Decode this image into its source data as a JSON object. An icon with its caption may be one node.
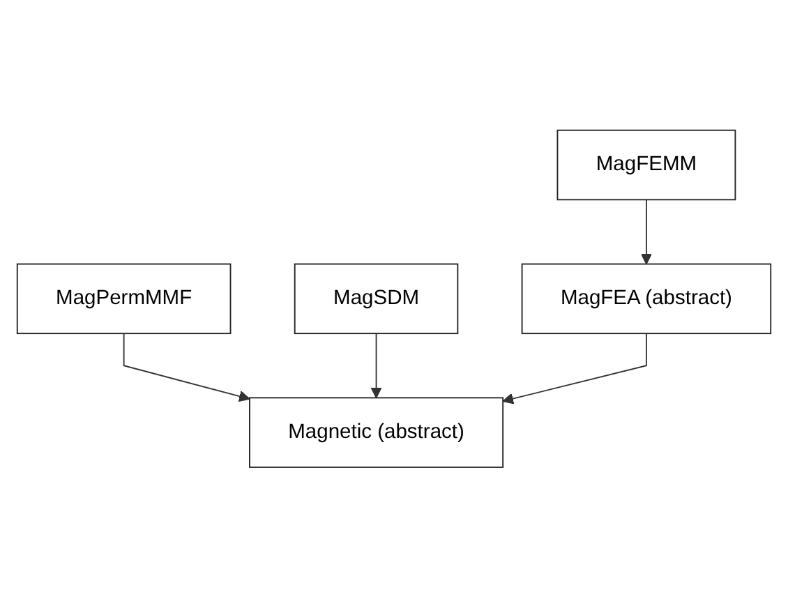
{
  "diagram": {
    "nodes": [
      {
        "text": [
          "MagFEMM"
        ]
      },
      {
        "text": [
          "MagPermMMF"
        ]
      },
      {
        "text": [
          "MagSDM"
        ]
      },
      {
        "text": [
          "MagFEA (abstract)"
        ]
      },
      {
        "text": [
          "Magnetic (abstract)"
        ]
      }
    ],
    "edges": [
      {
        "from": 0,
        "to": 3,
        "arrow": "to"
      },
      {
        "from": 1,
        "to": 4,
        "arrow": "to"
      },
      {
        "from": 2,
        "to": 4,
        "arrow": "to"
      },
      {
        "from": 3,
        "to": 4,
        "arrow": "to"
      }
    ]
  }
}
